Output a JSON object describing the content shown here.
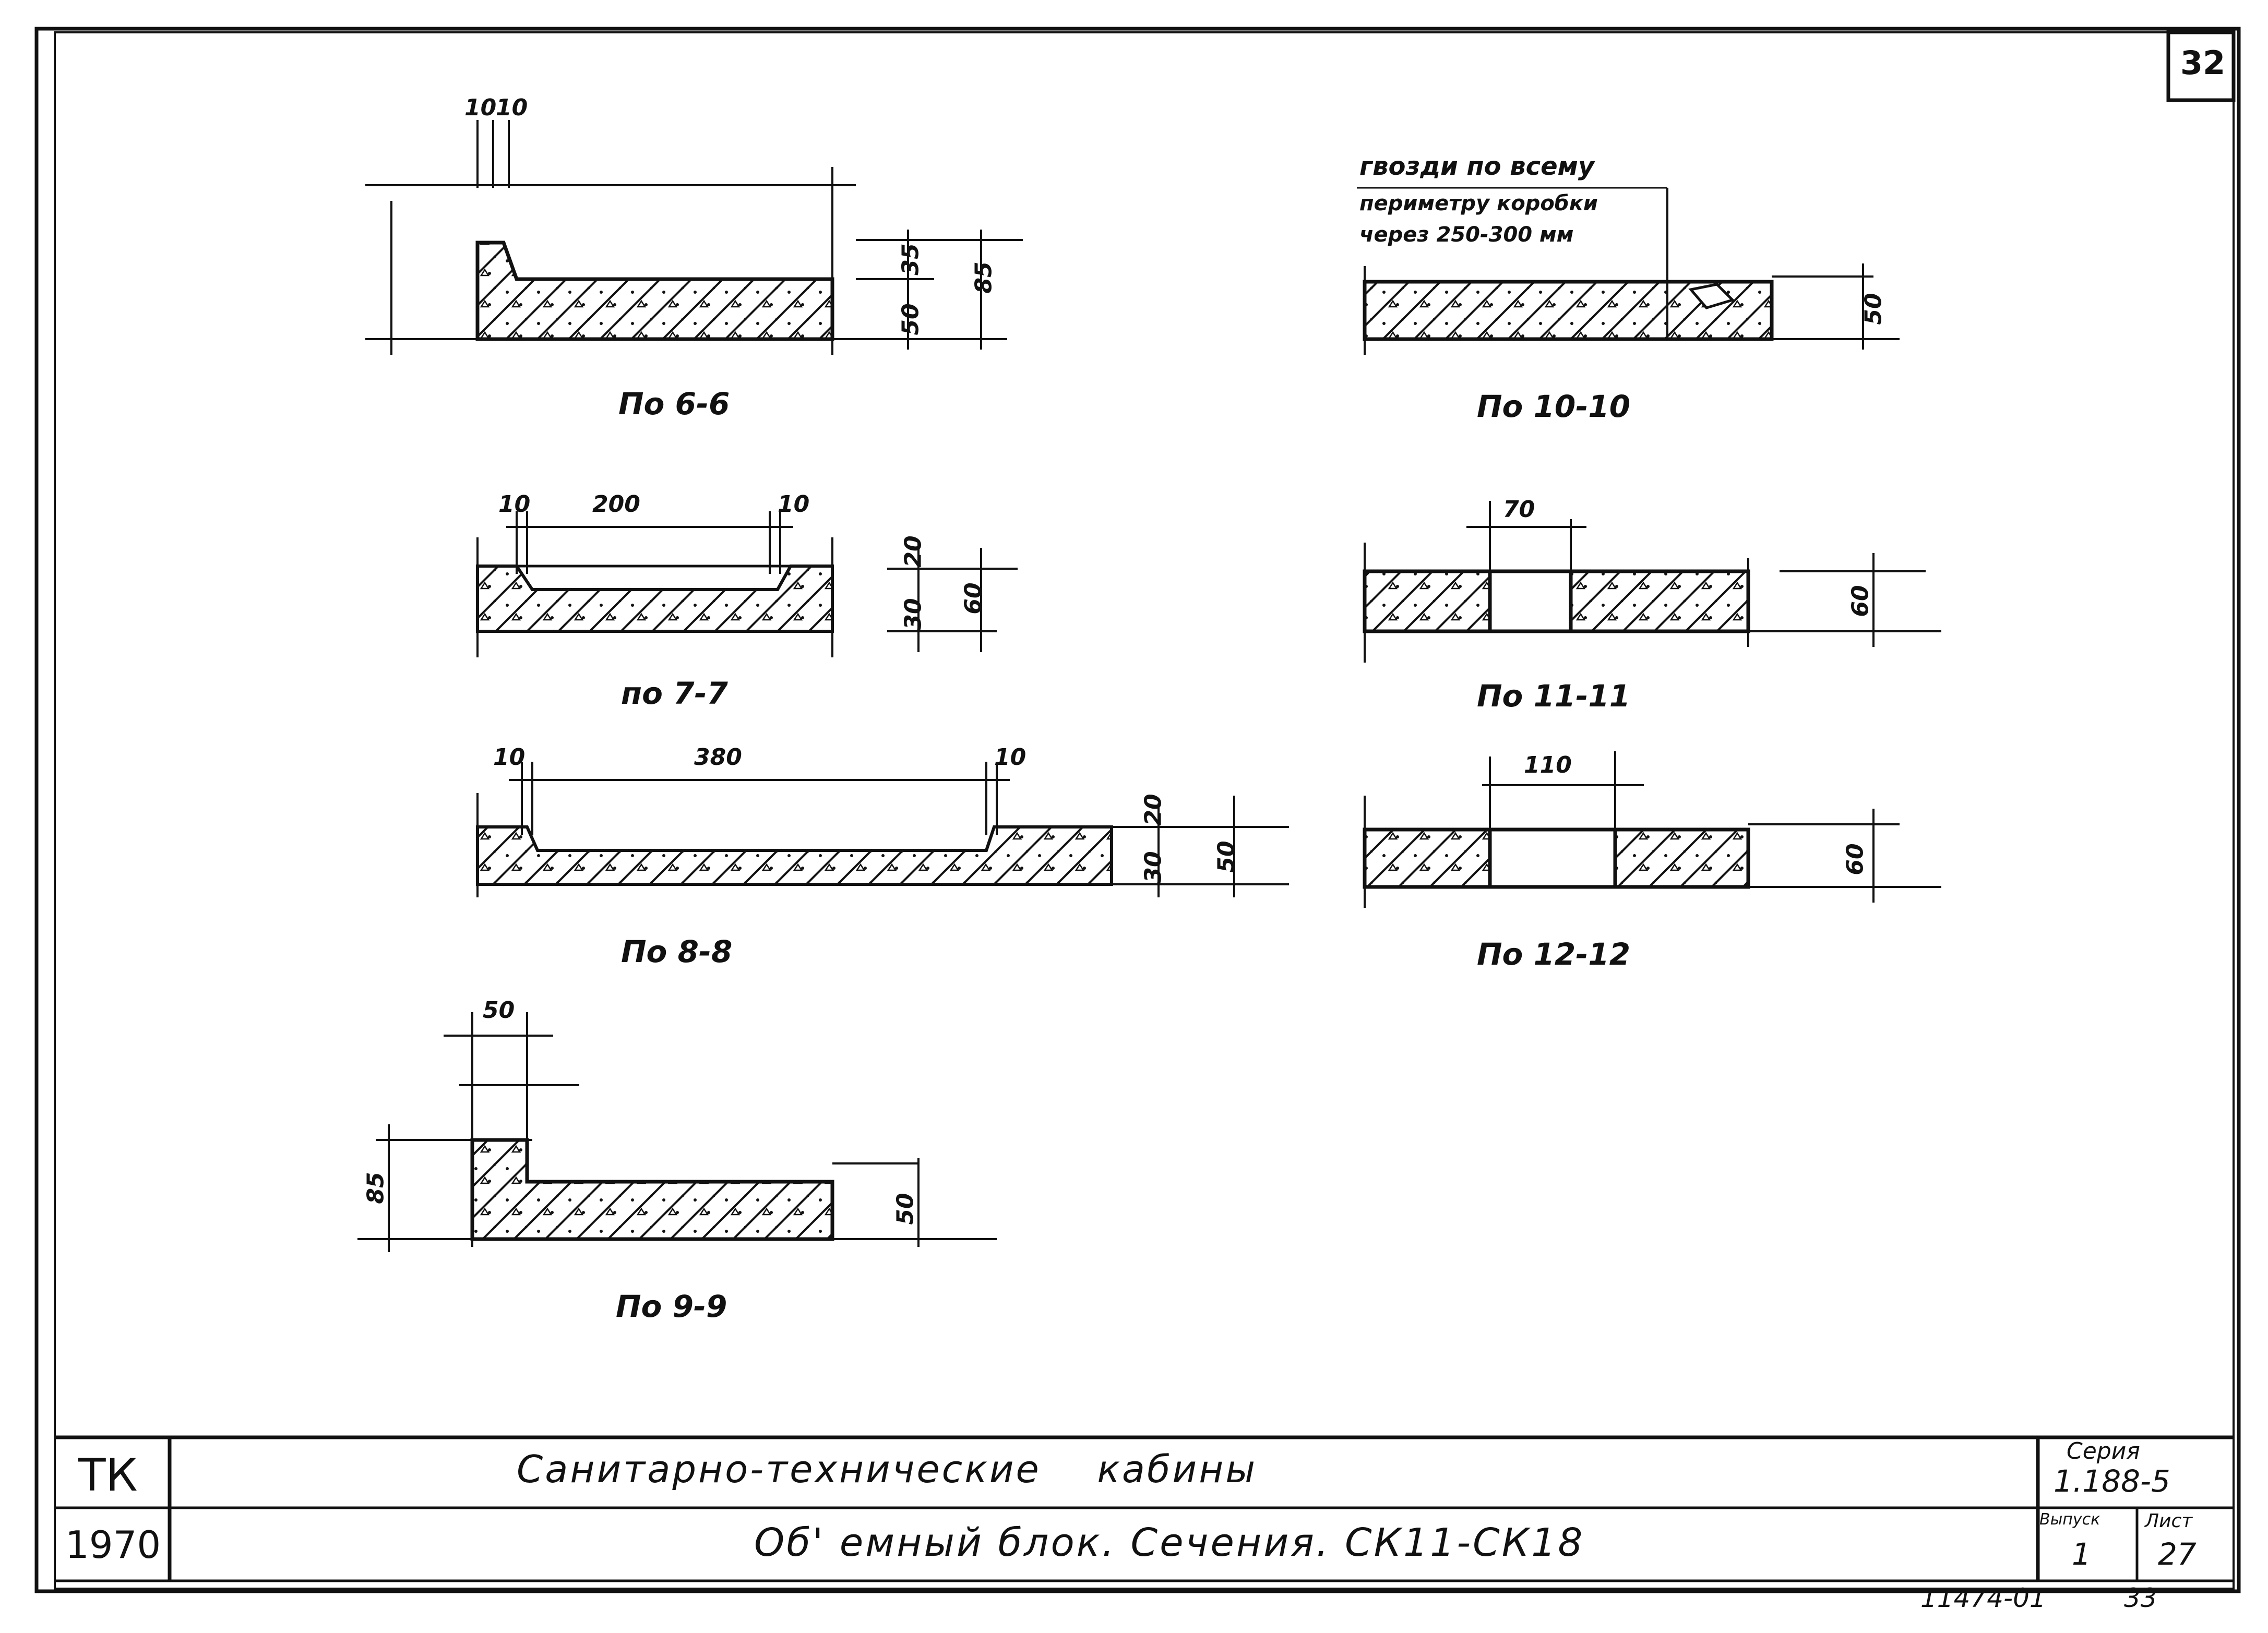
{
  "sheet_number": "32",
  "sections": {
    "s6": {
      "title": "По 6-6",
      "dims": [
        "10",
        "10",
        "35",
        "50",
        "85"
      ]
    },
    "s7": {
      "title": "по 7-7",
      "dims": [
        "10",
        "200",
        "10",
        "20",
        "30",
        "60"
      ]
    },
    "s8": {
      "title": "По 8-8",
      "dims": [
        "10",
        "380",
        "10",
        "20",
        "30",
        "50"
      ]
    },
    "s9": {
      "title": "По 9-9",
      "dims": [
        "50",
        "85",
        "50"
      ]
    },
    "s10": {
      "title": "По 10-10",
      "dims": [
        "50"
      ],
      "note": [
        "гвозди по всему",
        "периметру коробки",
        "через 250-300 мм"
      ]
    },
    "s11": {
      "title": "По 11-11",
      "dims": [
        "70",
        "60"
      ]
    },
    "s12": {
      "title": "По 12-12",
      "dims": [
        "110",
        "60"
      ]
    }
  },
  "stamp": {
    "org": "ТК",
    "year": "1970",
    "title": "Санитарно-технические    кабины",
    "subtitle": "Об' емный блок. Сечения. СК11-СК18",
    "series_label": "Серия",
    "series_value": "1.188-5",
    "issue_label": "Выпуск",
    "issue_value": "1",
    "sheet_label": "Лист",
    "sheet_value": "27"
  },
  "footer": {
    "code": "11474-01",
    "page": "33"
  }
}
